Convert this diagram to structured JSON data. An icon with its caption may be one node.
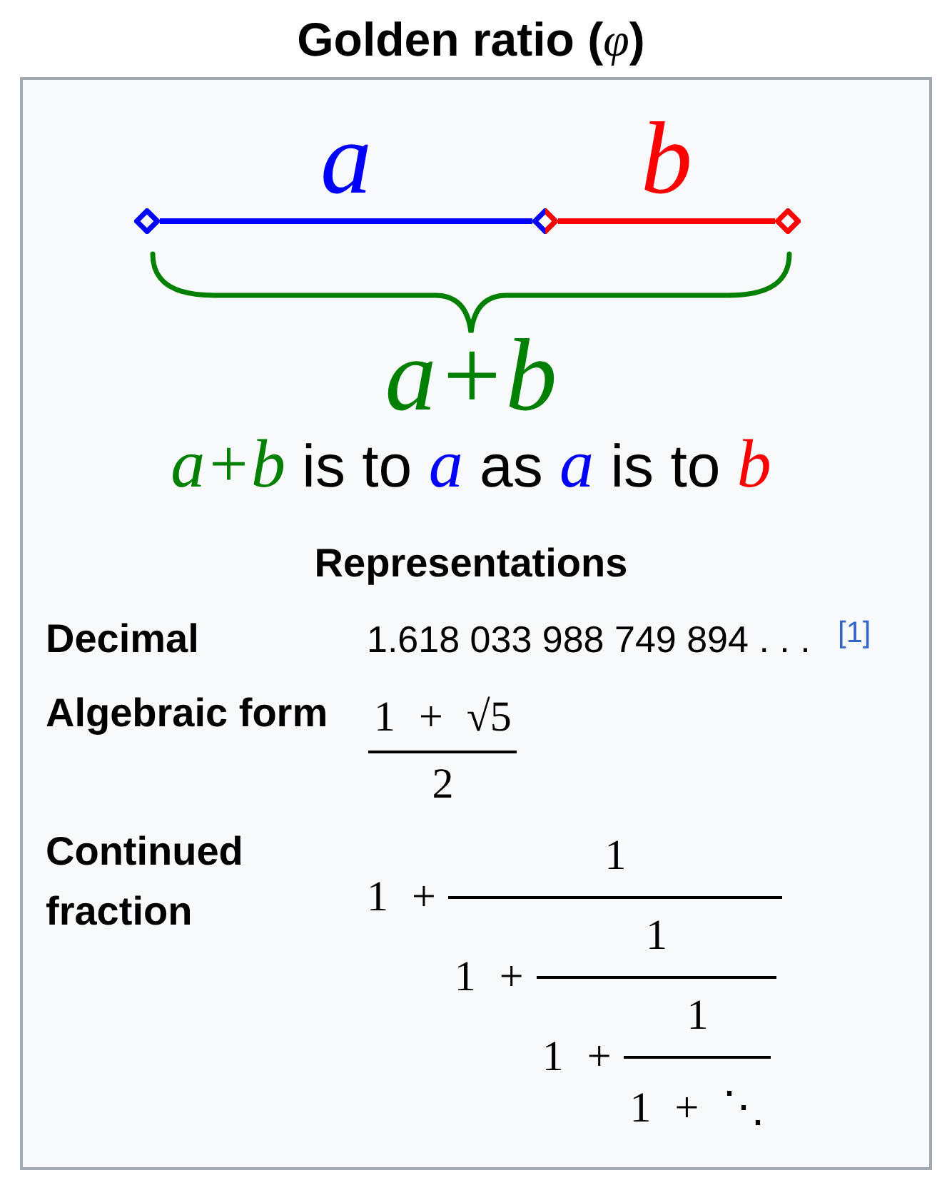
{
  "diagram": {
    "title": "Golden ratio (*φ*)",
    "nodes": [
      {
        "text": [],
        "shape": "diamond"
      },
      {
        "text": [],
        "shape": "diamond"
      },
      {
        "text": [],
        "shape": "diamond"
      }
    ],
    "edges": [
      {
        "from": 0,
        "to": 1,
        "arrow": "none",
        "label": "a",
        "color": "#0000ff"
      },
      {
        "from": 1,
        "to": 2,
        "arrow": "none",
        "label": "b",
        "color": "#ff0000"
      }
    ],
    "labels": [
      "a+b",
      "*a+b* is to *a* as *a* is to *b*",
      "Representations",
      "Decimal",
      "1.618 033 988 749 894 . . . $^{[1]}$",
      "Algebraic form",
      "1 + √5",
      "2",
      "Continued fraction",
      "1 +",
      "1",
      "1 +",
      "1",
      "1 +",
      "1",
      "1 + ⋱"
    ]
  }
}
